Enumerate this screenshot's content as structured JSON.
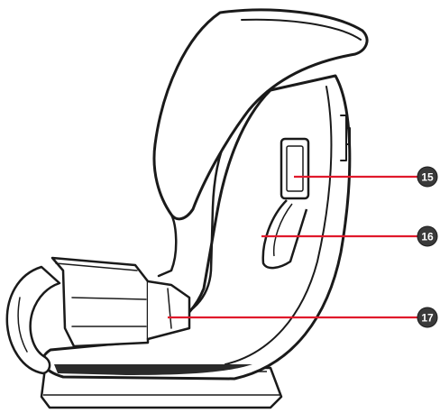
{
  "diagram": {
    "subject": "car-seat-side-view",
    "callouts": [
      {
        "number": "15",
        "target": "belt-guide"
      },
      {
        "number": "16",
        "target": "belt-path"
      },
      {
        "number": "17",
        "target": "lap-belt-guide"
      }
    ],
    "colors": {
      "outline": "#1a1a1a",
      "callout_line": "#e0192b",
      "callout_badge": "#3a3a3a",
      "callout_text": "#ffffff",
      "shell_fill": "#ffffff",
      "shadow_fill": "#2a2a2a"
    }
  }
}
